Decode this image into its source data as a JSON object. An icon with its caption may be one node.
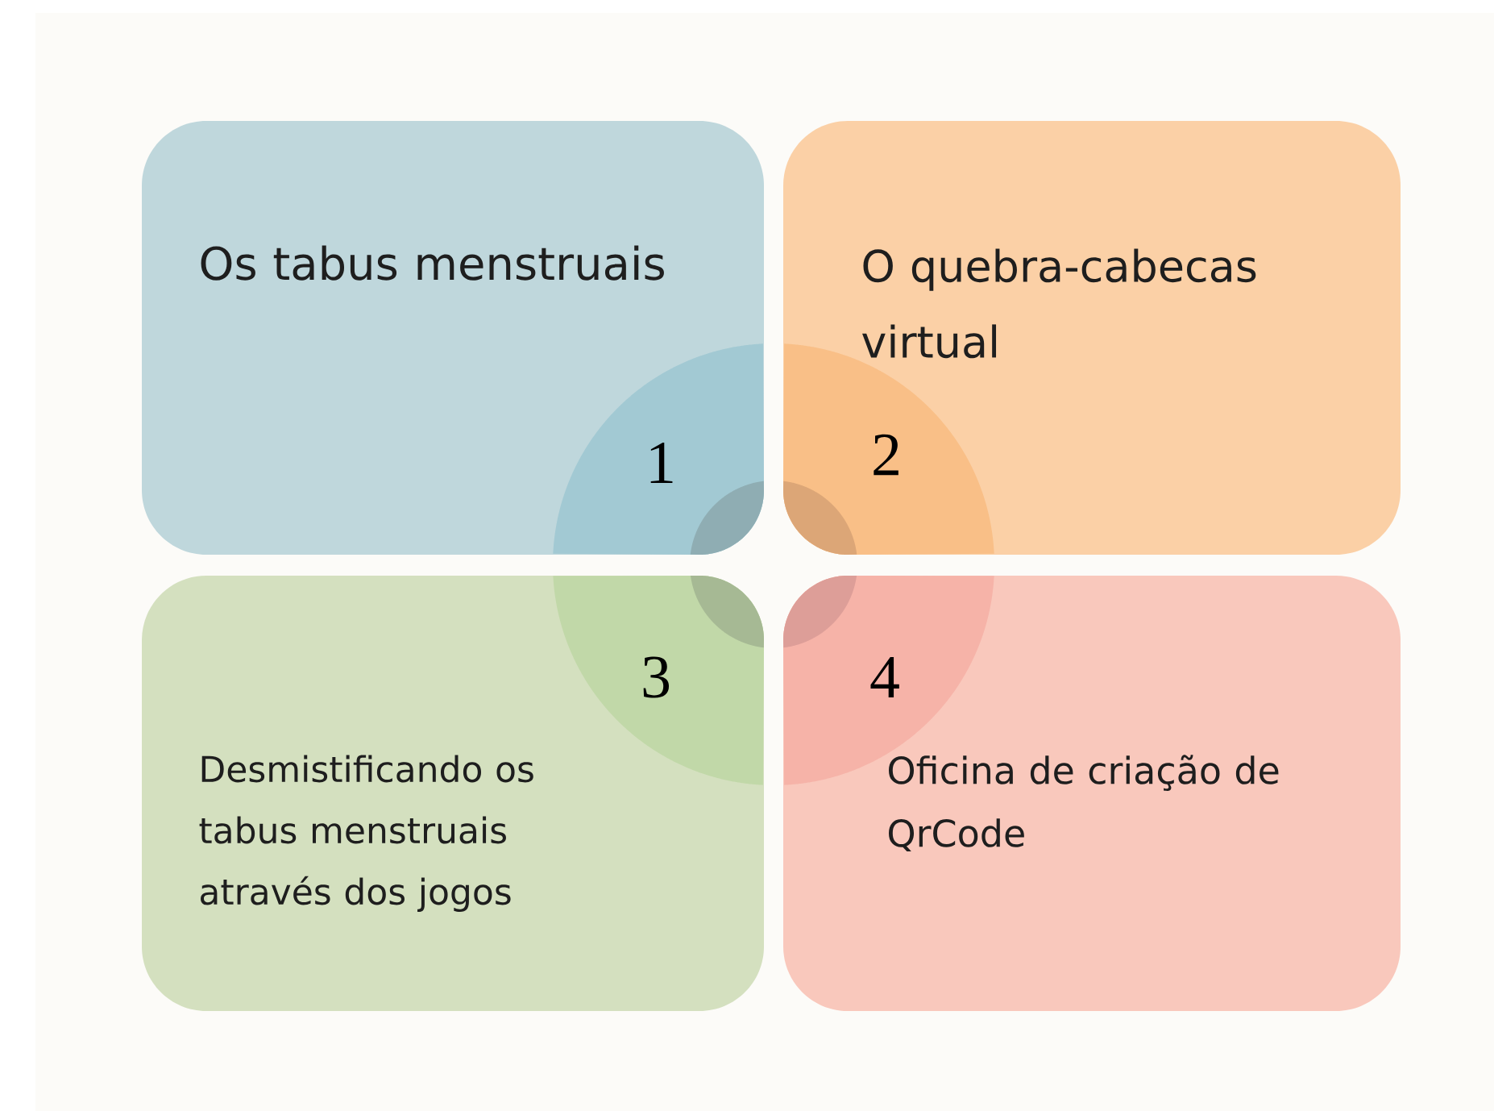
{
  "diagram": {
    "nodes": [
      {
        "text": [
          "Os tabus menstruais",
          "1"
        ]
      },
      {
        "text": [
          "O quebra-cabecas virtual",
          "2"
        ]
      },
      {
        "text": [
          "3",
          "Desmistificando os tabus menstruais através dos jogos"
        ]
      },
      {
        "text": [
          "4",
          "Oficina de criação de QrCode"
        ]
      }
    ]
  }
}
